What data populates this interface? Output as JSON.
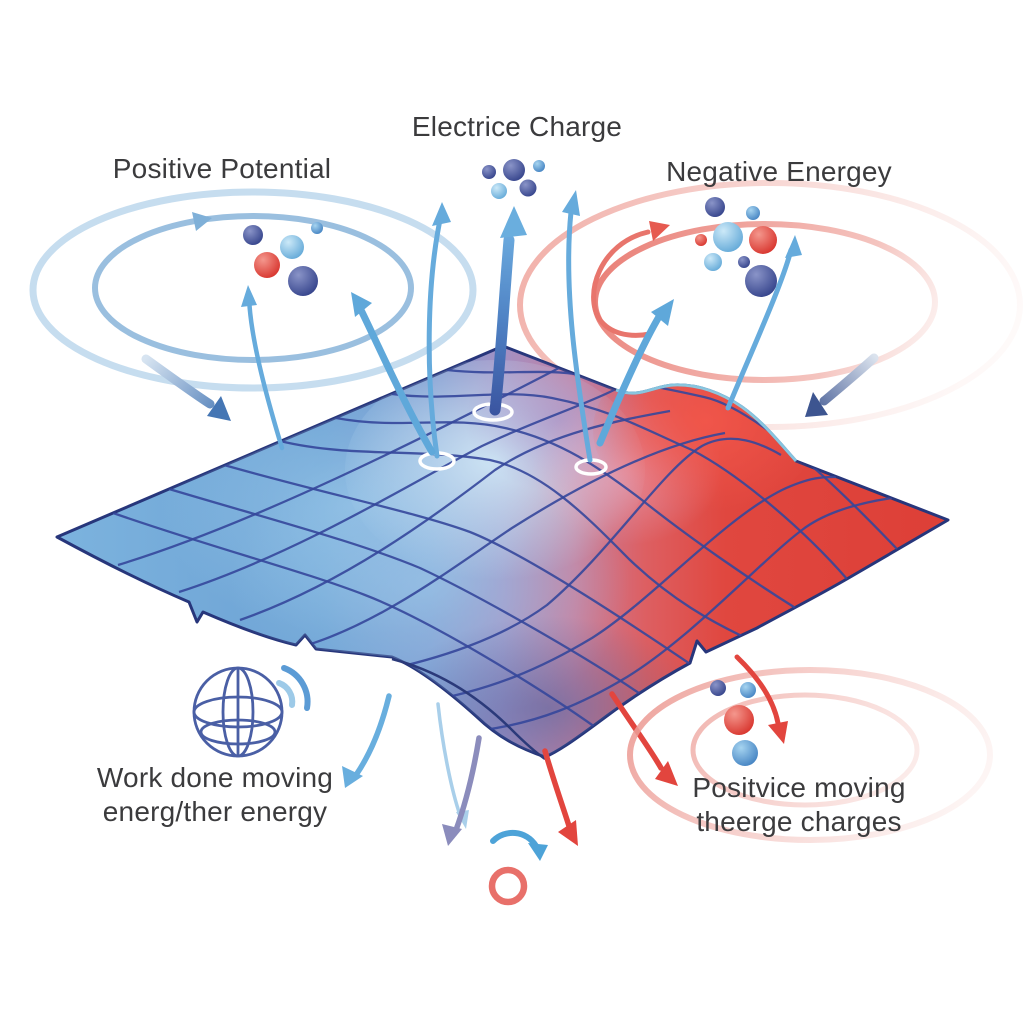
{
  "labels": {
    "top_center": "Electrice Charge",
    "top_left": "Positive Potential",
    "top_right": "Negative Energey",
    "bottom_left_line1": "Work done moving",
    "bottom_left_line2": "energ/ther energy",
    "bottom_right_line1": "Positvice moving",
    "bottom_right_line2": "theerge charges"
  },
  "colors": {
    "background": "#ffffff",
    "text": "#3b3b3d",
    "surface_blue": "#6fa9d8",
    "surface_red": "#de4038",
    "mesh_line": "#35479b",
    "surface_outline": "#27367b",
    "arrow_blue": "#66abdc",
    "arrow_dark_blue": "#4576b4",
    "arrow_red": "#e2453e",
    "arrow_purple": "#8b8cbc",
    "orbit_blue": "#8fb8dc",
    "orbit_red": "#e8756c",
    "sphere_navy": "#303f88",
    "sphere_blue": "#3f7fc0",
    "sphere_light_blue": "#5ea6d6",
    "sphere_red": "#d62f28",
    "ring_white": "#ffffff"
  },
  "icons": {
    "wireframe_sphere": "wireframe-sphere-icon",
    "signal_arcs": "signal-arcs-icon",
    "rotation_ring": "rotation-ring-icon",
    "curl_arrow": "curl-arrow-icon"
  }
}
